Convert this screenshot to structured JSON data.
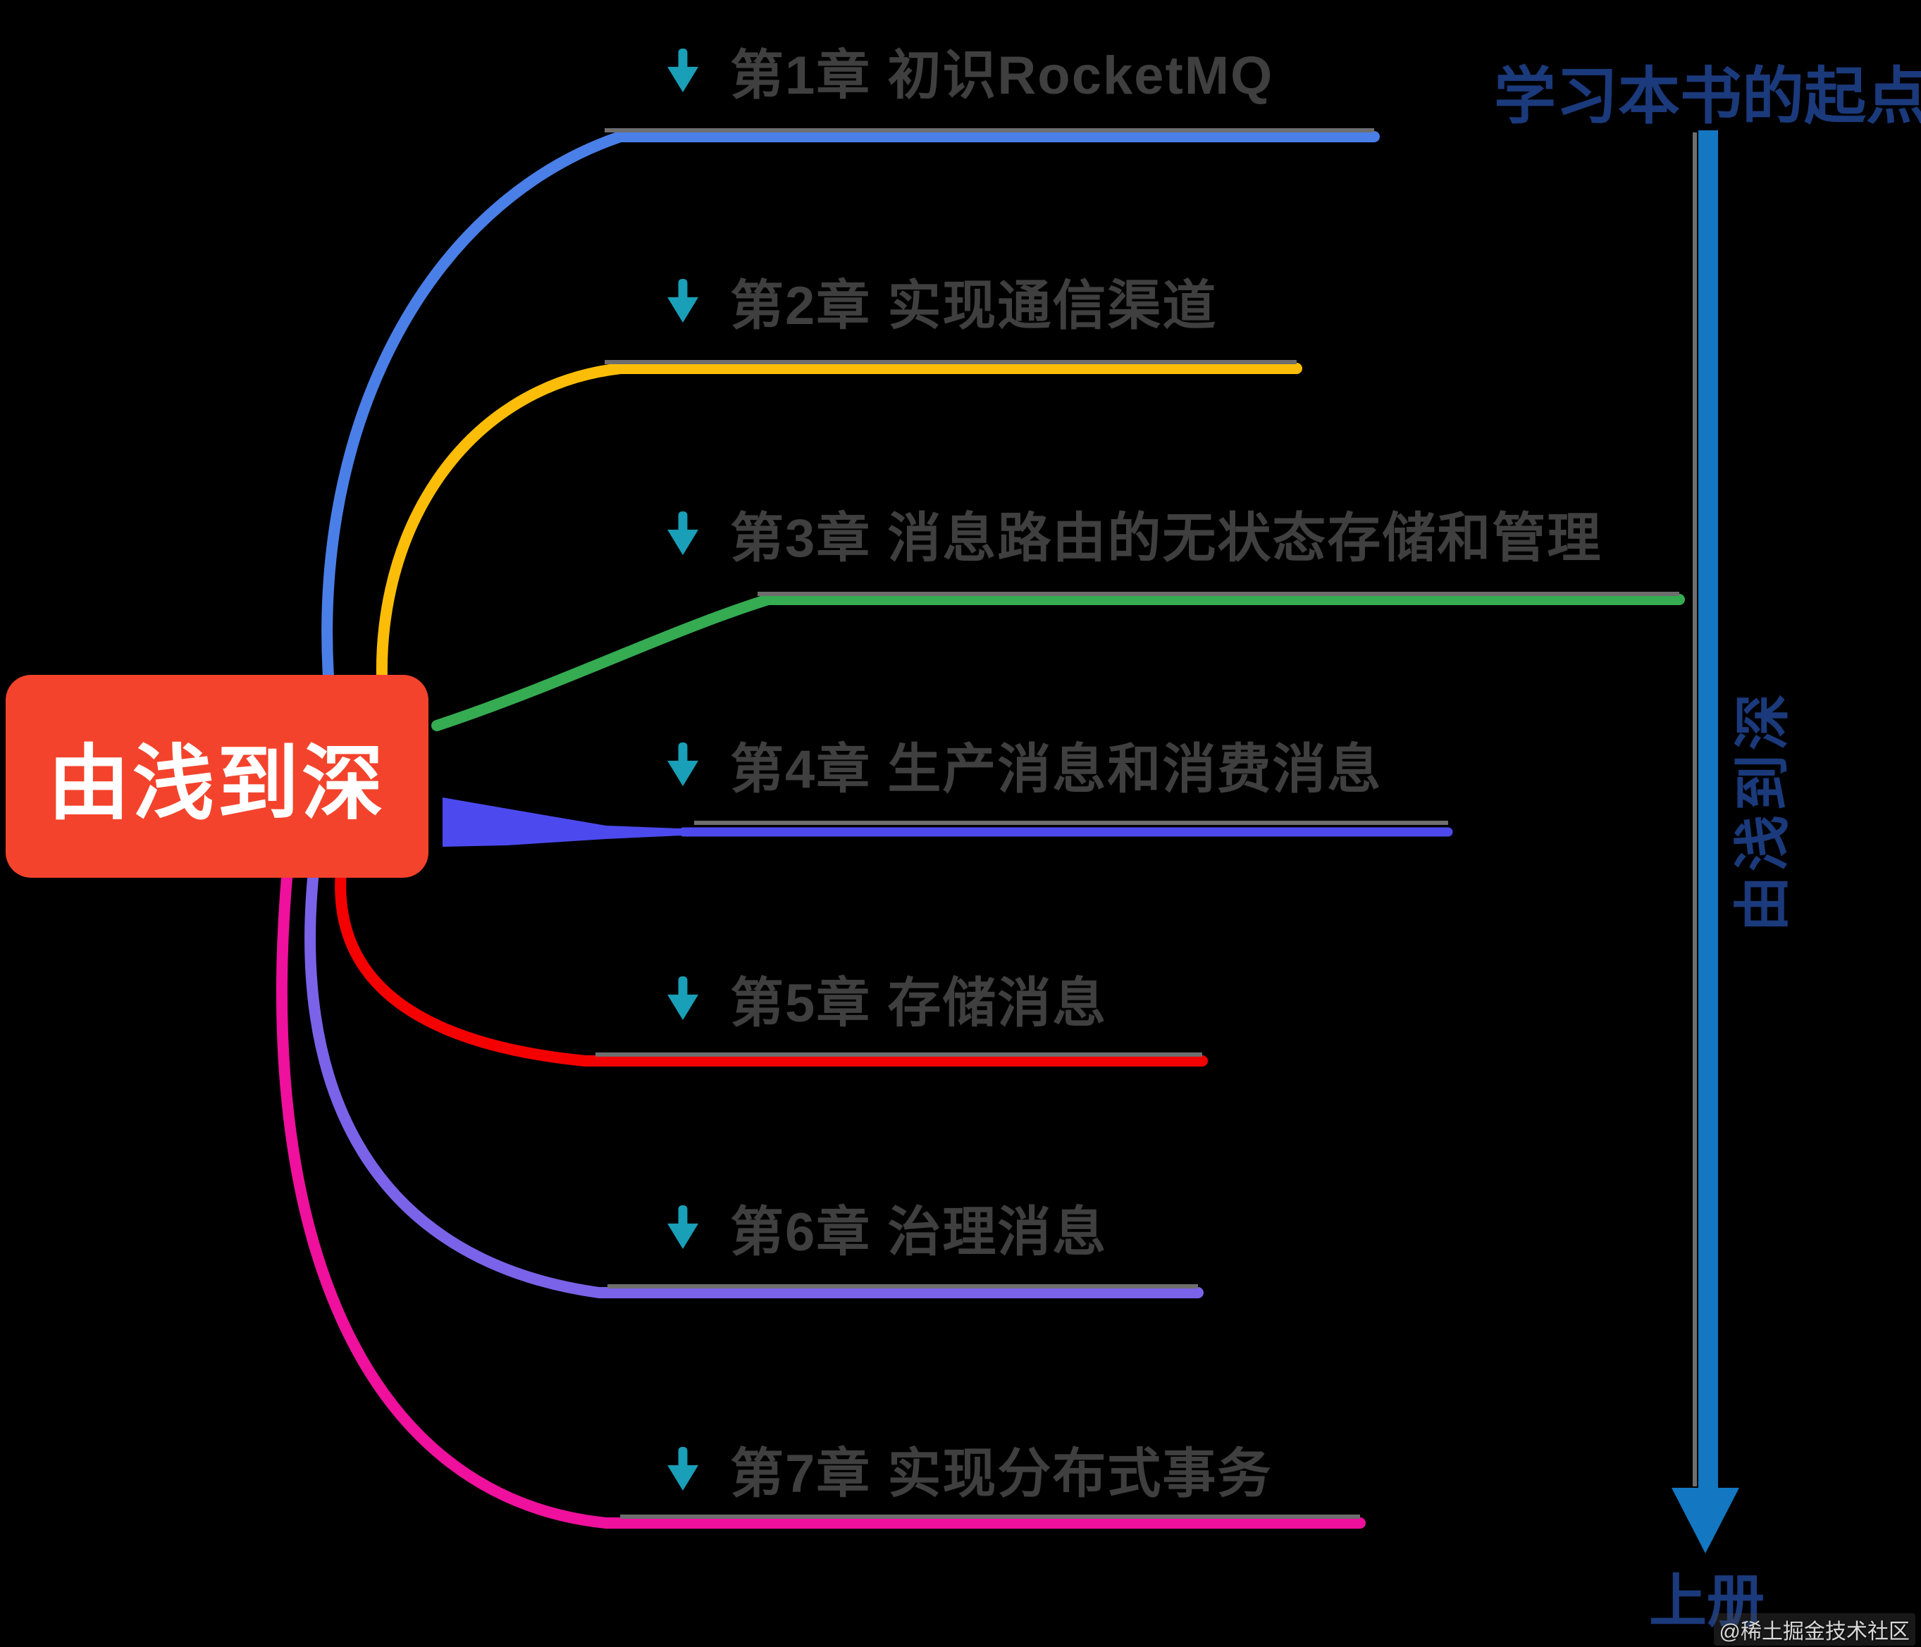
{
  "root": {
    "label": "由浅到深",
    "bg": "#F4432C",
    "text_color": "#FFFFFF"
  },
  "chapters": [
    {
      "label": "第1章 初识RocketMQ",
      "color": "#4A7FE8"
    },
    {
      "label": "第2章 实现通信渠道",
      "color": "#FCBD08"
    },
    {
      "label": "第3章 消息路由的无状态存储和管理",
      "color": "#35AB52"
    },
    {
      "label": "第4章 生产消息和消费消息",
      "color": "#4C4AEF"
    },
    {
      "label": "第5章 存储消息",
      "color": "#F40000"
    },
    {
      "label": "第6章 治理消息",
      "color": "#7A63E8"
    },
    {
      "label": "第7章 实现分布式事务",
      "color": "#EF109D"
    }
  ],
  "timeline": {
    "start_label": "学习本书的起点",
    "axis_label": "由浅到深",
    "end_label": "上册",
    "arrow_color": "#1377C2",
    "text_color": "#1B3A7C"
  },
  "palette": {
    "icon_teal": "#199FB8",
    "shadow_gray": "#6E6E6E",
    "chapter_text": "#3F3F3F",
    "background": "#000000"
  },
  "icons": {
    "chapter_collapse": "down-arrow-icon"
  },
  "watermark": "@稀土掘金技术社区"
}
